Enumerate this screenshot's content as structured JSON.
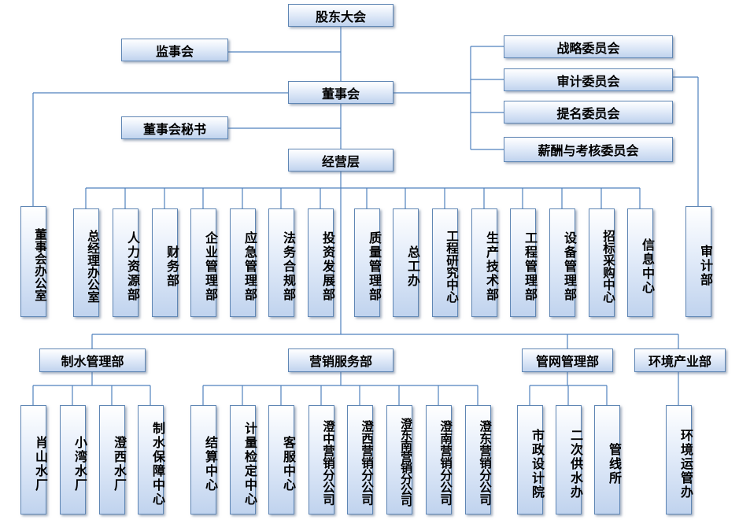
{
  "top": {
    "shareholders": "股东大会",
    "supervisory": "监事会",
    "board": "董事会",
    "board_secretary": "董事会秘书",
    "management": "经营层"
  },
  "committees": [
    "战略委员会",
    "审计委员会",
    "提名委员会",
    "薪酬与考核委员会"
  ],
  "board_office": "董事会办公室",
  "audit_dept": "审计部",
  "departments": [
    "总经理办公室",
    "人力资源部",
    "财务部",
    "企业管理部",
    "应急管理部",
    "法务合规部",
    "投资发展部",
    "质量管理部",
    "总工办",
    "工程研究中心",
    "生产技术部",
    "工程管理部",
    "设备管理部",
    "招标采购中心",
    "信息中心"
  ],
  "divisions": [
    {
      "name": "制水管理部",
      "units": [
        "肖山水厂",
        "小湾水厂",
        "澄西水厂",
        "制水保障中心"
      ]
    },
    {
      "name": "营销服务部",
      "units": [
        "结算中心",
        "计量检定中心",
        "客服中心",
        "澄中营销分公司",
        "澄西营销分公司",
        "澄东南营销分公司",
        "澄南营销分公司",
        "澄东营销分公司"
      ]
    },
    {
      "name": "管网管理部",
      "units": [
        "市政设计院",
        "二次供水办",
        "管线所"
      ]
    },
    {
      "name": "环境产业部",
      "units": [
        "环境运管办"
      ]
    }
  ]
}
